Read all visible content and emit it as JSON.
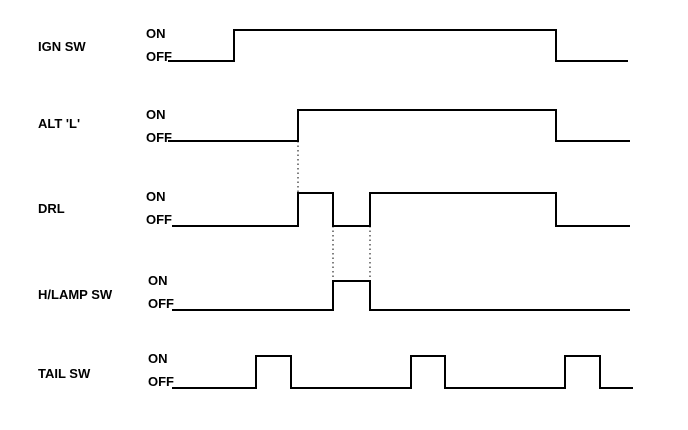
{
  "diagram": {
    "signals": [
      {
        "name": "IGN SW",
        "on_label": "ON",
        "off_label": "OFF"
      },
      {
        "name": "ALT 'L'",
        "on_label": "ON",
        "off_label": "OFF"
      },
      {
        "name": "DRL",
        "on_label": "ON",
        "off_label": "OFF"
      },
      {
        "name": "H/LAMP SW",
        "on_label": "ON",
        "off_label": "OFF"
      },
      {
        "name": "TAIL SW",
        "on_label": "ON",
        "off_label": "OFF"
      }
    ]
  }
}
